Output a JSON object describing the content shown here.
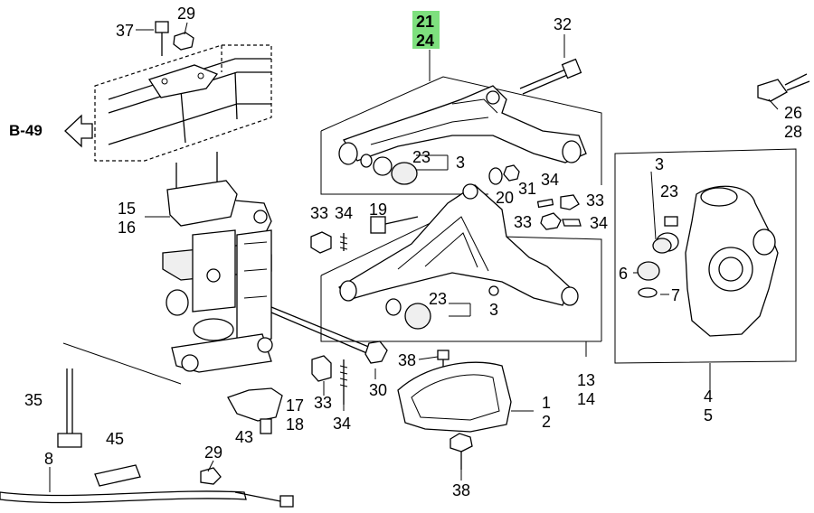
{
  "callouts": {
    "c37": "37",
    "c29a": "29",
    "c21": "21",
    "c24": "24",
    "c32": "32",
    "c26": "26",
    "c28": "28",
    "c15": "15",
    "c16": "16",
    "c23a": "23",
    "c3a": "3",
    "c33a": "33",
    "c34a": "34",
    "c19": "19",
    "c31": "31",
    "c20": "20",
    "c34b": "34",
    "c33b": "33",
    "c33c": "33",
    "c34c": "34",
    "c3b": "3",
    "c23b": "23",
    "c6": "6",
    "c7": "7",
    "c23c": "23",
    "c3c": "3",
    "c38a": "38",
    "c17": "17",
    "c18": "18",
    "c43": "43",
    "c33d": "33",
    "c34d": "34",
    "c30": "30",
    "c13": "13",
    "c14": "14",
    "c4": "4",
    "c5": "5",
    "c1": "1",
    "c2": "2",
    "c35": "35",
    "c45": "45",
    "c8": "8",
    "c29b": "29",
    "c38b": "38"
  },
  "reference": {
    "label": "B-49",
    "arrow": "left"
  },
  "highlight_color": "#7ee07e"
}
